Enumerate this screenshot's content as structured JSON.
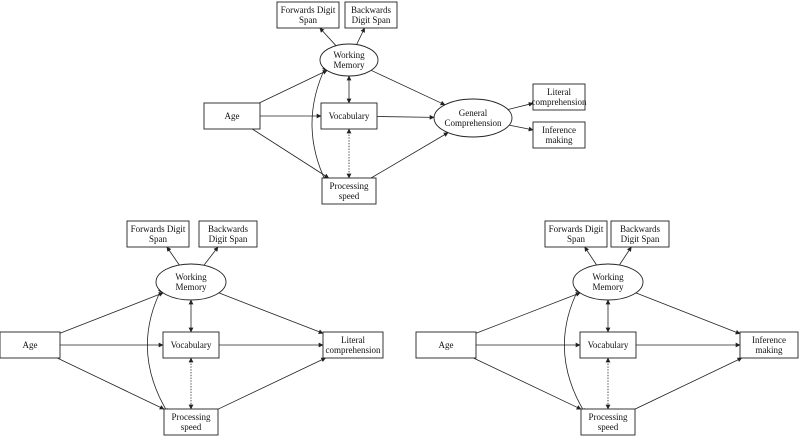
{
  "colors": {
    "stroke": "#222222",
    "text": "#111111",
    "background": "#ffffff"
  },
  "node_labels": {
    "forwards": [
      "Forwards Digit",
      "Span"
    ],
    "backwards": [
      "Backwards",
      "Digit Span"
    ],
    "wm": [
      "Working",
      "Memory"
    ],
    "age": [
      "Age"
    ],
    "vocab": [
      "Vocabulary"
    ],
    "ps": [
      "Processing",
      "speed"
    ],
    "gc": [
      "General",
      "Comprehension"
    ],
    "lit": [
      "Literal",
      "comprehension"
    ],
    "inf": [
      "Inference",
      "making"
    ]
  },
  "models": [
    {
      "id": "general-model",
      "nodes": [
        "forwards",
        "backwards",
        "wm",
        "age",
        "vocab",
        "ps",
        "gc",
        "lit",
        "inf"
      ],
      "edges": [
        {
          "from": "wm",
          "to": "forwards",
          "style": "solid"
        },
        {
          "from": "wm",
          "to": "backwards",
          "style": "solid"
        },
        {
          "from": "age",
          "to": "wm",
          "style": "solid"
        },
        {
          "from": "age",
          "to": "vocab",
          "style": "solid"
        },
        {
          "from": "age",
          "to": "ps",
          "style": "solid"
        },
        {
          "from": "wm",
          "to": "gc",
          "style": "solid"
        },
        {
          "from": "vocab",
          "to": "gc",
          "style": "solid"
        },
        {
          "from": "ps",
          "to": "gc",
          "style": "solid"
        },
        {
          "from": "gc",
          "to": "lit",
          "style": "solid"
        },
        {
          "from": "gc",
          "to": "inf",
          "style": "solid"
        },
        {
          "from": "wm",
          "to": "vocab",
          "style": "solid",
          "bidirectional": true
        },
        {
          "from": "vocab",
          "to": "ps",
          "style": "dotted",
          "bidirectional": true
        },
        {
          "from": "wm",
          "to": "ps",
          "style": "solid",
          "bidirectional": true,
          "curved": true
        }
      ]
    },
    {
      "id": "literal-model",
      "nodes": [
        "forwards",
        "backwards",
        "wm",
        "age",
        "vocab",
        "ps",
        "lit"
      ],
      "edges": [
        {
          "from": "wm",
          "to": "forwards",
          "style": "solid"
        },
        {
          "from": "wm",
          "to": "backwards",
          "style": "solid"
        },
        {
          "from": "age",
          "to": "wm",
          "style": "solid"
        },
        {
          "from": "age",
          "to": "vocab",
          "style": "solid"
        },
        {
          "from": "age",
          "to": "ps",
          "style": "solid"
        },
        {
          "from": "wm",
          "to": "lit",
          "style": "solid"
        },
        {
          "from": "vocab",
          "to": "lit",
          "style": "solid"
        },
        {
          "from": "ps",
          "to": "lit",
          "style": "solid"
        },
        {
          "from": "wm",
          "to": "vocab",
          "style": "solid",
          "bidirectional": true
        },
        {
          "from": "vocab",
          "to": "ps",
          "style": "dotted",
          "bidirectional": true
        },
        {
          "from": "wm",
          "to": "ps",
          "style": "solid",
          "bidirectional": true,
          "curved": true
        }
      ]
    },
    {
      "id": "inference-model",
      "nodes": [
        "forwards",
        "backwards",
        "wm",
        "age",
        "vocab",
        "ps",
        "inf"
      ],
      "edges": [
        {
          "from": "wm",
          "to": "forwards",
          "style": "solid"
        },
        {
          "from": "wm",
          "to": "backwards",
          "style": "solid"
        },
        {
          "from": "age",
          "to": "wm",
          "style": "solid"
        },
        {
          "from": "age",
          "to": "vocab",
          "style": "solid"
        },
        {
          "from": "age",
          "to": "ps",
          "style": "solid"
        },
        {
          "from": "wm",
          "to": "inf",
          "style": "solid"
        },
        {
          "from": "vocab",
          "to": "inf",
          "style": "solid"
        },
        {
          "from": "ps",
          "to": "inf",
          "style": "solid"
        },
        {
          "from": "wm",
          "to": "vocab",
          "style": "solid",
          "bidirectional": true
        },
        {
          "from": "vocab",
          "to": "ps",
          "style": "dotted",
          "bidirectional": true
        },
        {
          "from": "wm",
          "to": "ps",
          "style": "solid",
          "bidirectional": true,
          "curved": true
        }
      ]
    }
  ]
}
